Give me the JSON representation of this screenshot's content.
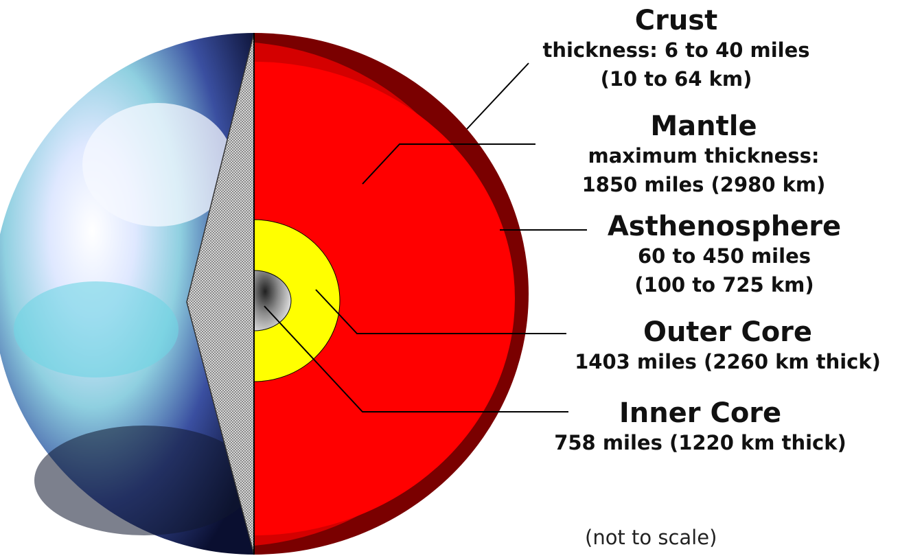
{
  "colors": {
    "crust": "#7a0000",
    "mantle": "#ff0000",
    "asthenosphere": "#d00000",
    "outer_core": "#ffff00",
    "inner_core": "#a0a0a0",
    "section_face": "#b8b8b8",
    "leader_line": "#000000"
  },
  "labels": {
    "crust": {
      "title": "Crust",
      "line1": "thickness: 6 to 40 miles",
      "line2": "(10 to 64 km)"
    },
    "mantle": {
      "title": "Mantle",
      "line1": "maximum thickness:",
      "line2": "1850 miles (2980 km)"
    },
    "asthenosphere": {
      "title": "Asthenosphere",
      "line1": "60 to 450 miles",
      "line2": "(100 to 725 km)"
    },
    "outer_core": {
      "title": "Outer Core",
      "line1": "1403 miles (2260 km thick)"
    },
    "inner_core": {
      "title": "Inner Core",
      "line1": "758 miles (1220 km thick)"
    }
  },
  "note": "(not to scale)"
}
